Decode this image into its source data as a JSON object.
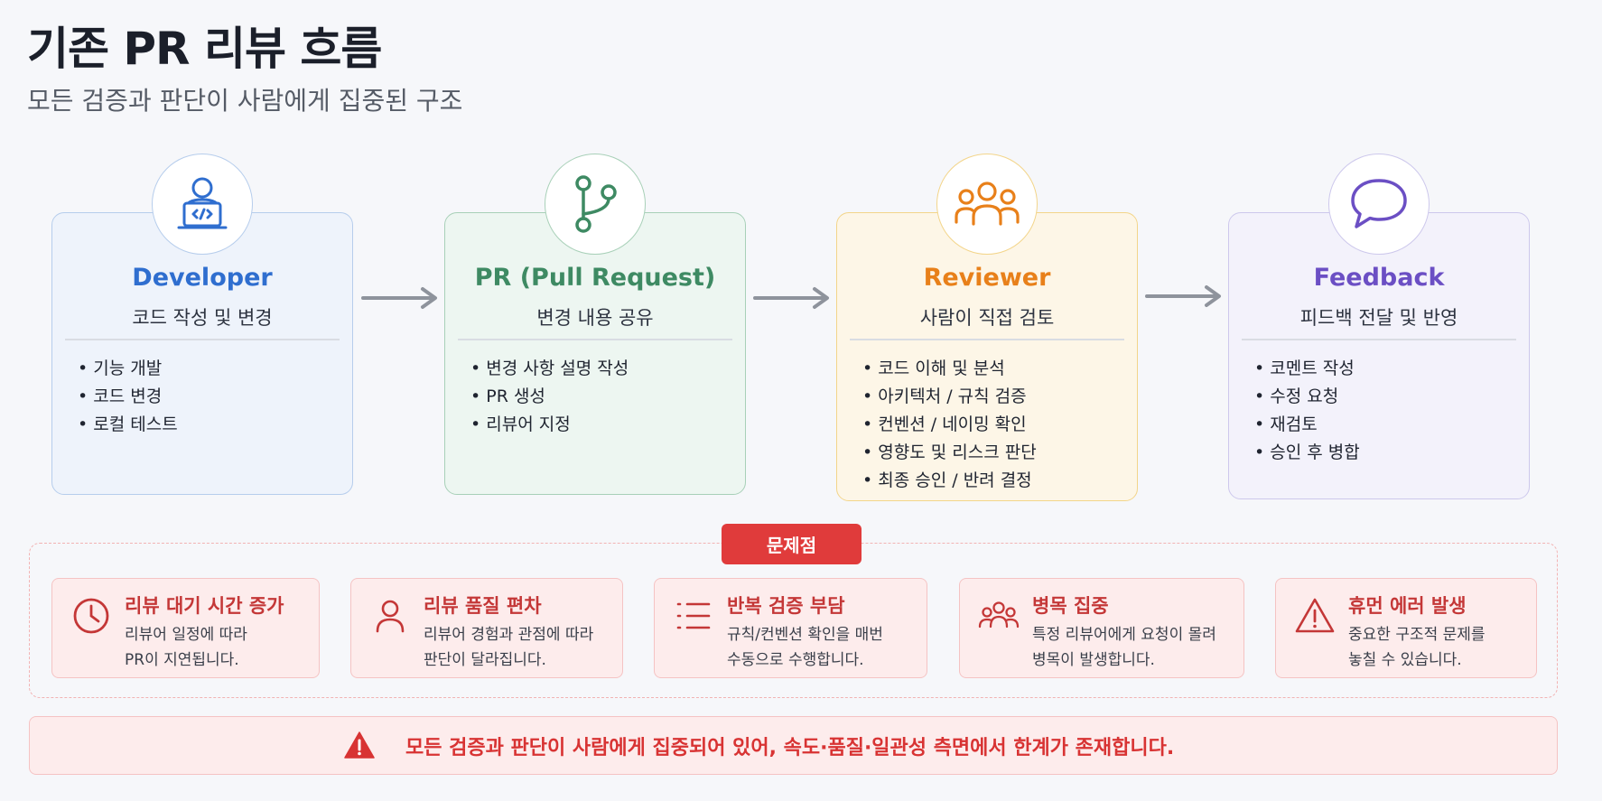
{
  "title": "기존 PR 리뷰 흐름",
  "subtitle": "모든 검증과 판단이 사람에게 집중된 구조",
  "flow": [
    {
      "title": "Developer",
      "subtitle": "코드 작성 및 변경",
      "icon": "developer-laptop-icon",
      "color": "#2f6ecf",
      "items": [
        "기능 개발",
        "코드 변경",
        "로컬 테스트"
      ]
    },
    {
      "title": "PR (Pull Request)",
      "subtitle": "변경 내용 공유",
      "icon": "git-branch-icon",
      "color": "#3e8a63",
      "items": [
        "변경 사항 설명 작성",
        "PR 생성",
        "리뷰어 지정"
      ]
    },
    {
      "title": "Reviewer",
      "subtitle": "사람이 직접 검토",
      "icon": "people-group-icon",
      "color": "#e8801a",
      "items": [
        "코드 이해 및 분석",
        "아키텍처 / 규칙 검증",
        "컨벤션 / 네이밍 확인",
        "영향도 및 리스크 판단",
        "최종 승인 / 반려 결정"
      ]
    },
    {
      "title": "Feedback",
      "subtitle": "피드백 전달 및 반영",
      "icon": "chat-bubble-icon",
      "color": "#6b4fc4",
      "items": [
        "코멘트 작성",
        "수정 요청",
        "재검토",
        "승인 후 병합"
      ]
    }
  ],
  "problems": {
    "badge": "문제점",
    "items": [
      {
        "title": "리뷰 대기 시간 증가",
        "desc": [
          "리뷰어 일정에 따라",
          "PR이 지연됩니다."
        ],
        "icon": "clock-icon"
      },
      {
        "title": "리뷰 품질 편차",
        "desc": [
          "리뷰어 경험과 관점에 따라",
          "판단이 달라집니다."
        ],
        "icon": "person-icon"
      },
      {
        "title": "반복 검증 부담",
        "desc": [
          "규칙/컨벤션 확인을 매번",
          "수동으로 수행합니다."
        ],
        "icon": "list-icon"
      },
      {
        "title": "병목 집중",
        "desc": [
          "특정 리뷰어에게 요청이 몰려",
          "병목이 발생합니다."
        ],
        "icon": "group-icon"
      },
      {
        "title": "휴먼 에러 발생",
        "desc": [
          "중요한 구조적 문제를",
          "놓칠 수 있습니다."
        ],
        "icon": "warning-icon"
      }
    ]
  },
  "conclusion": "모든 검증과 판단이 사람에게 집중되어 있어, 속도·품질·일관성 측면에서 한계가 존재합니다.",
  "colors": {
    "problem_red": "#c43737",
    "badge_red": "#e03b3b",
    "arrow_gray": "#8e939c"
  }
}
